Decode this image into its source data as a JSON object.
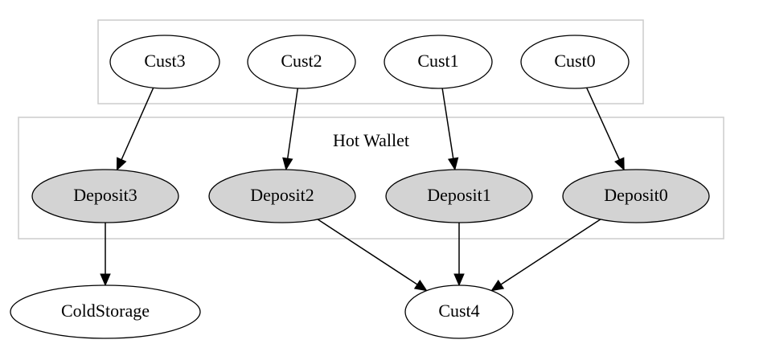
{
  "clusters": [
    {
      "id": "customers",
      "label": ""
    },
    {
      "id": "hot-wallet",
      "label": "Hot Wallet"
    }
  ],
  "nodes": [
    {
      "id": "cust3",
      "label": "Cust3",
      "cluster": "customers",
      "fill": "#ffffff"
    },
    {
      "id": "cust2",
      "label": "Cust2",
      "cluster": "customers",
      "fill": "#ffffff"
    },
    {
      "id": "cust1",
      "label": "Cust1",
      "cluster": "customers",
      "fill": "#ffffff"
    },
    {
      "id": "cust0",
      "label": "Cust0",
      "cluster": "customers",
      "fill": "#ffffff"
    },
    {
      "id": "deposit3",
      "label": "Deposit3",
      "cluster": "hot-wallet",
      "fill": "#d3d3d3"
    },
    {
      "id": "deposit2",
      "label": "Deposit2",
      "cluster": "hot-wallet",
      "fill": "#d3d3d3"
    },
    {
      "id": "deposit1",
      "label": "Deposit1",
      "cluster": "hot-wallet",
      "fill": "#d3d3d3"
    },
    {
      "id": "deposit0",
      "label": "Deposit0",
      "cluster": "hot-wallet",
      "fill": "#d3d3d3"
    },
    {
      "id": "coldstorage",
      "label": "ColdStorage",
      "cluster": "",
      "fill": "#ffffff"
    },
    {
      "id": "cust4",
      "label": "Cust4",
      "cluster": "",
      "fill": "#ffffff"
    }
  ],
  "edges": [
    {
      "from": "cust3",
      "to": "deposit3"
    },
    {
      "from": "cust2",
      "to": "deposit2"
    },
    {
      "from": "cust1",
      "to": "deposit1"
    },
    {
      "from": "cust0",
      "to": "deposit0"
    },
    {
      "from": "deposit3",
      "to": "coldstorage"
    },
    {
      "from": "deposit2",
      "to": "cust4"
    },
    {
      "from": "deposit1",
      "to": "cust4"
    },
    {
      "from": "deposit0",
      "to": "cust4"
    }
  ],
  "colors": {
    "cluster_border": "#cccccc",
    "stroke": "#000000",
    "deposit_fill": "#d3d3d3",
    "node_fill": "#ffffff"
  }
}
